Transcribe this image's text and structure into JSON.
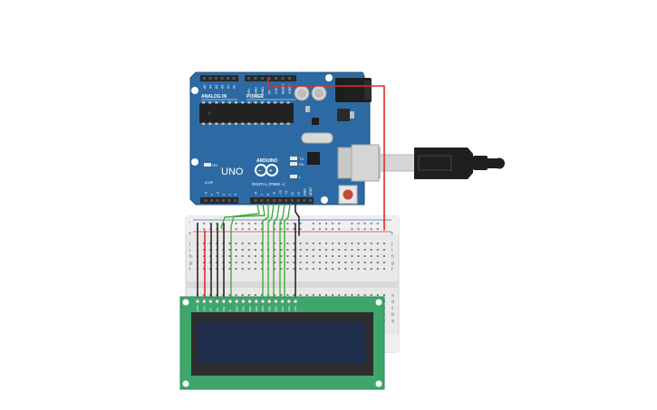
{
  "arduino": {
    "brand": "ARDUINO",
    "model": "UNO",
    "header_analog": "ANALOG IN",
    "header_power": "POWER",
    "header_digital": "DIGITAL (PWM ~)",
    "analog_pins": [
      "A5",
      "A4",
      "A3",
      "A2",
      "A1",
      "A0"
    ],
    "power_pins": [
      "VIN",
      "GND",
      "GND",
      "5V",
      "3.3V",
      "RESET",
      "IOREF"
    ],
    "digital_pins": [
      "0",
      "1",
      "2",
      "~3",
      "4",
      "~5",
      "~6",
      "7",
      "8",
      "~9",
      "~10",
      "~11",
      "12",
      "13",
      "GND",
      "AREF"
    ],
    "led_on": "ON",
    "led_tx": "TX",
    "led_rx": "RX",
    "led_l": "L",
    "icsp": "ICSP"
  },
  "breadboard": {
    "row_letters_top": [
      "j",
      "i",
      "h",
      "g",
      "f"
    ],
    "row_letters_bottom": [
      "e",
      "d",
      "c",
      "b",
      "a"
    ],
    "rail_plus": "+",
    "rail_minus": "-",
    "column_count": 30
  },
  "lcd": {
    "pin_labels": [
      "GND",
      "VCC",
      "V0",
      "RS",
      "RW",
      "E",
      "DB0",
      "DB1",
      "DB2",
      "DB3",
      "DB4",
      "DB5",
      "DB6",
      "DB7",
      "LED",
      "LED"
    ]
  },
  "colors": {
    "board_blue": "#2d6aa3",
    "wire_green": "#3fae3f",
    "wire_red": "#e02a2a",
    "wire_black": "#2a2a2a",
    "lcd_green": "#3fa66b",
    "lcd_screen": "#1f2e4d"
  }
}
